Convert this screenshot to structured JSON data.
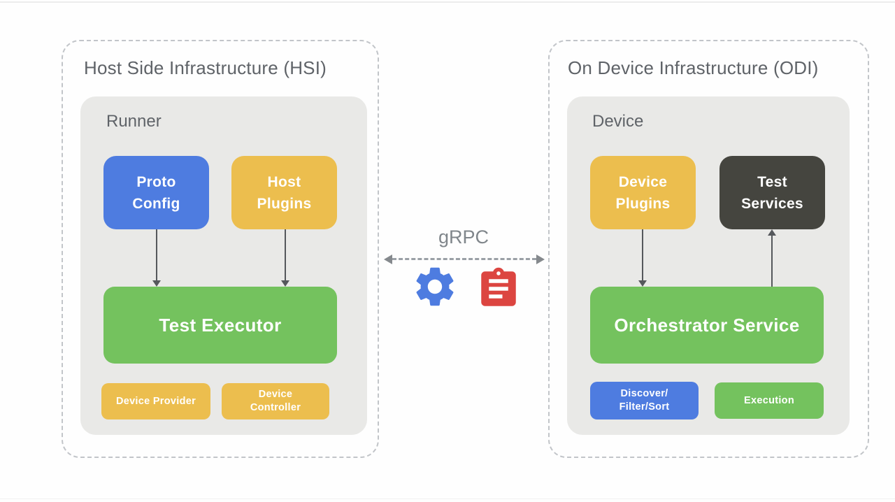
{
  "colors": {
    "blue": "#4e7ce0",
    "yellow": "#ecbe4e",
    "green": "#74c25e",
    "dark": "#45453f",
    "red": "#dc4540",
    "panel_gray": "#e9e9e7",
    "border_gray": "#c2c5c9",
    "title_gray": "#5f6368",
    "arrow_gray": "#55585c",
    "grpc_gray": "#80868b",
    "dash_gray": "#9aa0a6",
    "head_gray": "#85898d"
  },
  "hsi": {
    "title": "Host Side Infrastructure (HSI)",
    "group_label": "Runner",
    "proto_config": "Proto\nConfig",
    "host_plugins": "Host\nPlugins",
    "test_executor": "Test Executor",
    "device_provider": "Device Provider",
    "device_controller": "Device\nController"
  },
  "odi": {
    "title": "On Device Infrastructure (ODI)",
    "group_label": "Device",
    "device_plugins": "Device\nPlugins",
    "test_services": "Test\nServices",
    "orchestrator_service": "Orchestrator Service",
    "discover_filter_sort": "Discover/\nFilter/Sort",
    "execution": "Execution"
  },
  "link": {
    "label": "gRPC",
    "icons": [
      {
        "name": "settings-gear-icon",
        "color": "#4e7ce0"
      },
      {
        "name": "clipboard-icon",
        "color": "#dc4540"
      }
    ]
  }
}
